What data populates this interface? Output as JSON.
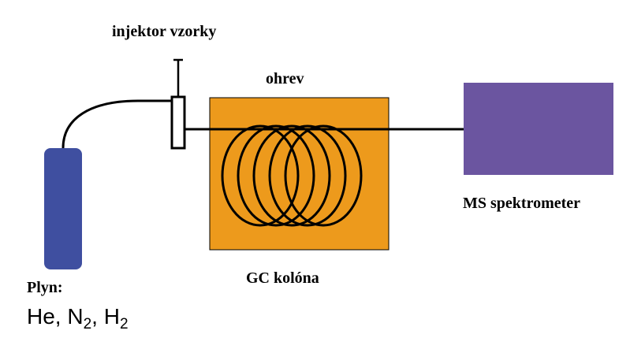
{
  "labels": {
    "injector": "injektor vzorky",
    "heating": "ohrev",
    "column": "GC kolóna",
    "detector": "MS spektrometer",
    "gas_title": "Plyn:",
    "gas_he": "He, N",
    "gas_n_sub": "2",
    "gas_sep": ", H",
    "gas_h_sub": "2"
  },
  "colors": {
    "gas_cylinder": "#3f4fa0",
    "oven": "#ed9a1c",
    "ms_box": "#6b55a0",
    "line": "#000000",
    "background": "#ffffff"
  }
}
